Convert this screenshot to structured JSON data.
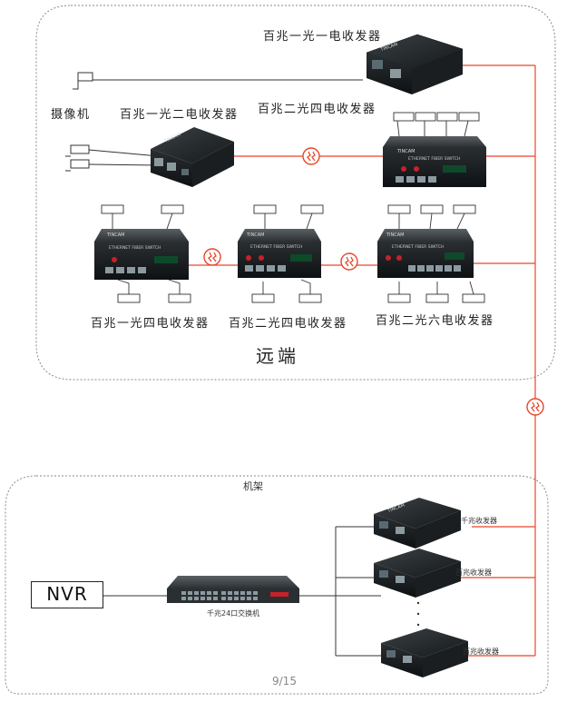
{
  "remote": {
    "region_label": "远端",
    "camera_label": "摄像机",
    "devices": {
      "one_fiber_one_electric": "百兆一光一电收发器",
      "one_fiber_two_electric": "百兆一光二电收发器",
      "two_fiber_four_electric_top": "百兆二光四电收发器",
      "one_fiber_four_electric": "百兆一光四电收发器",
      "two_fiber_four_electric": "百兆二光四电收发器",
      "two_fiber_six_electric": "百兆二光六电收发器"
    },
    "brand": "TINCAM",
    "panel_text": "ETHERNET FIBER SWITCH"
  },
  "rack": {
    "label": "机架",
    "nvr_label": "NVR",
    "switch_label": "千兆24口交换机",
    "gigabit_transceiver_label": "千兆收发器",
    "fast_transceiver_label_1": "百兆收发器",
    "fast_transceiver_label_2": "百兆收发器"
  },
  "footer": {
    "page_number": "9/15"
  },
  "colors": {
    "fiber_link": "#e8462a",
    "copper_link": "#333333",
    "device_body": "#1e2326",
    "frame": "#8a8a8a"
  }
}
